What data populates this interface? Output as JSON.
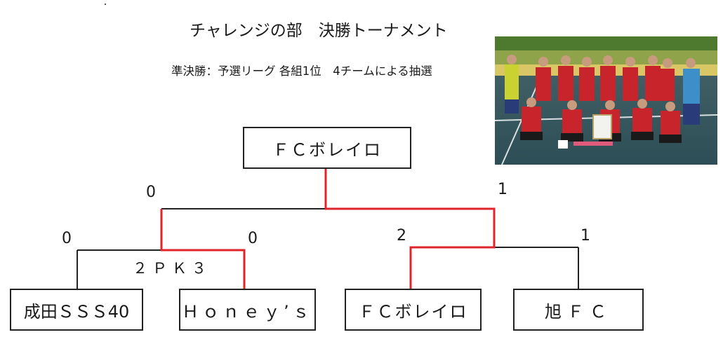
{
  "title": "チャレンジの部　決勝トーナメント",
  "subtitle": "準決勝：予選リーグ 各組1位　4チームによる抽選",
  "champion": "ＦＣボレイロ",
  "teams": [
    "成田ＳＳＳ40",
    "Ｈｏｎｅｙ’ｓ",
    "ＦＣボレイロ",
    "旭ＦＣ"
  ],
  "final_scores": {
    "left": "0",
    "right": "1"
  },
  "semifinal_scores": {
    "team1": "0",
    "team2": "0",
    "team3": "2",
    "team4": "1"
  },
  "pk_result": "２ＰＫ３",
  "colors": {
    "winner_line": "#e0242b",
    "line": "#222222"
  }
}
